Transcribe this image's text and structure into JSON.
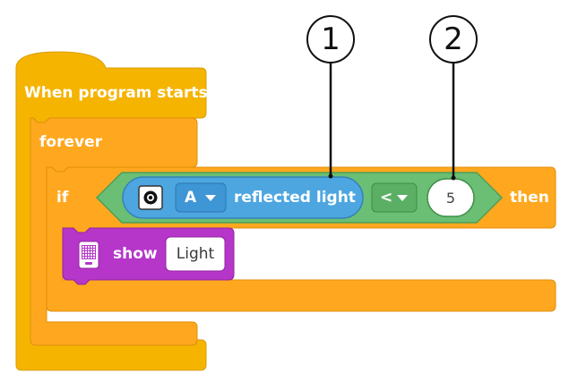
{
  "callouts": [
    {
      "number": "1"
    },
    {
      "number": "2"
    }
  ],
  "hat_block": {
    "label": "When program starts"
  },
  "forever_block": {
    "label": "forever"
  },
  "if_block": {
    "if_label": "if",
    "then_label": "then"
  },
  "condition": {
    "port": "A",
    "sensor_label": "reflected light",
    "comparator": "<",
    "value": "5"
  },
  "show_block": {
    "label": "show",
    "value": "Light"
  },
  "colors": {
    "events_yellow": "#F5B400",
    "control_orange": "#FFA81F",
    "operator_green": "#6BBF74",
    "sensor_blue": "#4DA6E0",
    "display_purple": "#B536C9"
  },
  "icons": [
    "color-sensor-icon",
    "chevron-down-icon",
    "light-matrix-icon"
  ]
}
